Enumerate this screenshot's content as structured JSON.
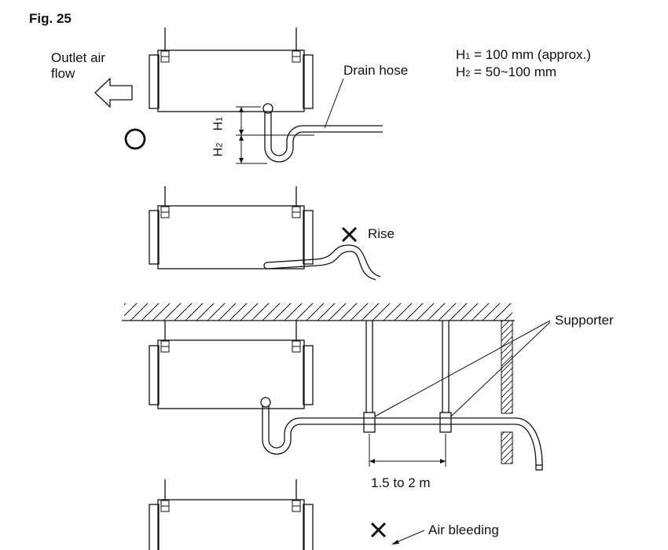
{
  "figure": {
    "title": "Fig. 25"
  },
  "labels": {
    "outlet_air_flow": "Outlet air\nflow",
    "drain_hose": "Drain hose",
    "rise": "Rise",
    "supporter": "Supporter",
    "distance": "1.5 to 2 m",
    "air_bleeding": "Air bleeding"
  },
  "symbols": {
    "ok": "O",
    "ng": "X"
  },
  "dimensions": {
    "h1": {
      "letter": "H",
      "index": "1",
      "text": " = 100 mm (approx.)"
    },
    "h2": {
      "letter": "H",
      "index": "2",
      "text": " = 50~100 mm"
    }
  },
  "icons": [
    "arrow-left-icon",
    "circle-ok-icon",
    "cross-ng-icon",
    "hanger-bolt-icon",
    "wall-hatch-icon"
  ]
}
